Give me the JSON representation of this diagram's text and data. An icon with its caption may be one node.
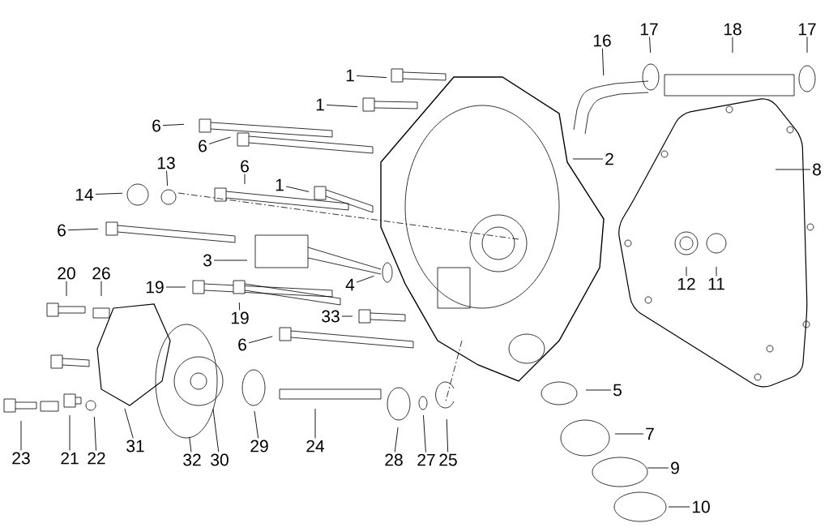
{
  "diagram": {
    "nodes": [
      {
        "text": [
          "17"
        ]
      },
      {
        "text": [
          "18"
        ]
      },
      {
        "text": [
          "17"
        ]
      },
      {
        "text": [
          "16"
        ]
      },
      {
        "text": [
          "1"
        ]
      },
      {
        "text": [
          "1"
        ]
      },
      {
        "text": [
          "6"
        ]
      },
      {
        "text": [
          "6"
        ]
      },
      {
        "text": [
          "2"
        ]
      },
      {
        "text": [
          "8"
        ]
      },
      {
        "text": [
          "6"
        ]
      },
      {
        "text": [
          "13"
        ]
      },
      {
        "text": [
          "1"
        ]
      },
      {
        "text": [
          "14"
        ]
      },
      {
        "text": [
          "6"
        ]
      },
      {
        "text": [
          "3"
        ]
      },
      {
        "text": [
          "20"
        ]
      },
      {
        "text": [
          "26"
        ]
      },
      {
        "text": [
          "12"
        ]
      },
      {
        "text": [
          "11"
        ]
      },
      {
        "text": [
          "4"
        ]
      },
      {
        "text": [
          "19"
        ]
      },
      {
        "text": [
          "19"
        ]
      },
      {
        "text": [
          "33"
        ]
      },
      {
        "text": [
          "6"
        ]
      },
      {
        "text": [
          "5"
        ]
      },
      {
        "text": [
          "7"
        ]
      },
      {
        "text": [
          "31"
        ]
      },
      {
        "text": [
          "29"
        ]
      },
      {
        "text": [
          "24"
        ]
      },
      {
        "text": [
          "23"
        ]
      },
      {
        "text": [
          "21"
        ]
      },
      {
        "text": [
          "22"
        ]
      },
      {
        "text": [
          "32"
        ]
      },
      {
        "text": [
          "30"
        ]
      },
      {
        "text": [
          "28"
        ]
      },
      {
        "text": [
          "27"
        ]
      },
      {
        "text": [
          "25"
        ]
      },
      {
        "text": [
          "9"
        ]
      },
      {
        "text": [
          "10"
        ]
      }
    ],
    "edges": [
      {
        "from": 0,
        "to": null,
        "arrow": "none"
      },
      {
        "from": 1,
        "to": null,
        "arrow": "none"
      },
      {
        "from": 2,
        "to": null,
        "arrow": "none"
      },
      {
        "from": 3,
        "to": null,
        "arrow": "none"
      },
      {
        "from": 4,
        "to": null,
        "arrow": "none"
      },
      {
        "from": 5,
        "to": null,
        "arrow": "none"
      },
      {
        "from": 6,
        "to": null,
        "arrow": "none"
      },
      {
        "from": 7,
        "to": null,
        "arrow": "none"
      },
      {
        "from": 8,
        "to": null,
        "arrow": "none"
      },
      {
        "from": 9,
        "to": null,
        "arrow": "none"
      },
      {
        "from": 10,
        "to": null,
        "arrow": "none"
      },
      {
        "from": 11,
        "to": null,
        "arrow": "none"
      },
      {
        "from": 12,
        "to": null,
        "arrow": "none"
      },
      {
        "from": 13,
        "to": null,
        "arrow": "none"
      },
      {
        "from": 14,
        "to": null,
        "arrow": "none"
      },
      {
        "from": 15,
        "to": null,
        "arrow": "none"
      },
      {
        "from": 16,
        "to": null,
        "arrow": "none"
      },
      {
        "from": 17,
        "to": null,
        "arrow": "none"
      },
      {
        "from": 18,
        "to": null,
        "arrow": "none"
      },
      {
        "from": 19,
        "to": null,
        "arrow": "none"
      },
      {
        "from": 20,
        "to": null,
        "arrow": "none"
      },
      {
        "from": 21,
        "to": null,
        "arrow": "none"
      },
      {
        "from": 22,
        "to": null,
        "arrow": "none"
      },
      {
        "from": 23,
        "to": null,
        "arrow": "none"
      },
      {
        "from": 24,
        "to": null,
        "arrow": "none"
      },
      {
        "from": 25,
        "to": null,
        "arrow": "none"
      },
      {
        "from": 26,
        "to": null,
        "arrow": "none"
      },
      {
        "from": 27,
        "to": null,
        "arrow": "none"
      },
      {
        "from": 28,
        "to": null,
        "arrow": "none"
      },
      {
        "from": 29,
        "to": null,
        "arrow": "none"
      },
      {
        "from": 30,
        "to": null,
        "arrow": "none"
      },
      {
        "from": 31,
        "to": null,
        "arrow": "none"
      },
      {
        "from": 32,
        "to": null,
        "arrow": "none"
      },
      {
        "from": 33,
        "to": null,
        "arrow": "none"
      },
      {
        "from": 34,
        "to": null,
        "arrow": "none"
      },
      {
        "from": 35,
        "to": null,
        "arrow": "none"
      },
      {
        "from": 36,
        "to": null,
        "arrow": "none"
      },
      {
        "from": 37,
        "to": null,
        "arrow": "none"
      },
      {
        "from": 38,
        "to": null,
        "arrow": "none"
      },
      {
        "from": 39,
        "to": null,
        "arrow": "none"
      }
    ]
  }
}
